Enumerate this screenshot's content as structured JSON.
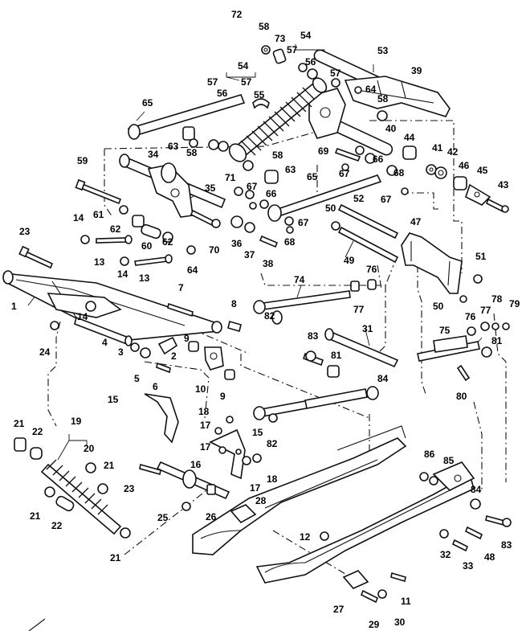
{
  "diagram": {
    "type": "exploded-parts-diagram",
    "callouts": [
      "1",
      "2",
      "3",
      "4",
      "5",
      "6",
      "7",
      "8",
      "9",
      "10",
      "11",
      "12",
      "13",
      "14",
      "15",
      "16",
      "17",
      "18",
      "19",
      "20",
      "21",
      "22",
      "23",
      "24",
      "25",
      "26",
      "27",
      "28",
      "29",
      "30",
      "31",
      "32",
      "33",
      "34",
      "35",
      "36",
      "37",
      "38",
      "39",
      "40",
      "41",
      "42",
      "43",
      "44",
      "45",
      "46",
      "47",
      "48",
      "49",
      "50",
      "51",
      "52",
      "53",
      "54",
      "55",
      "56",
      "57",
      "58",
      "59",
      "60",
      "61",
      "62",
      "63",
      "64",
      "65",
      "66",
      "67",
      "68",
      "69",
      "70",
      "71",
      "72",
      "73",
      "74",
      "75",
      "76",
      "77",
      "78",
      "79",
      "80",
      "81",
      "82",
      "83",
      "84",
      "85",
      "86"
    ],
    "colors": {
      "ink": "#111111",
      "paper": "#ffffff"
    }
  }
}
